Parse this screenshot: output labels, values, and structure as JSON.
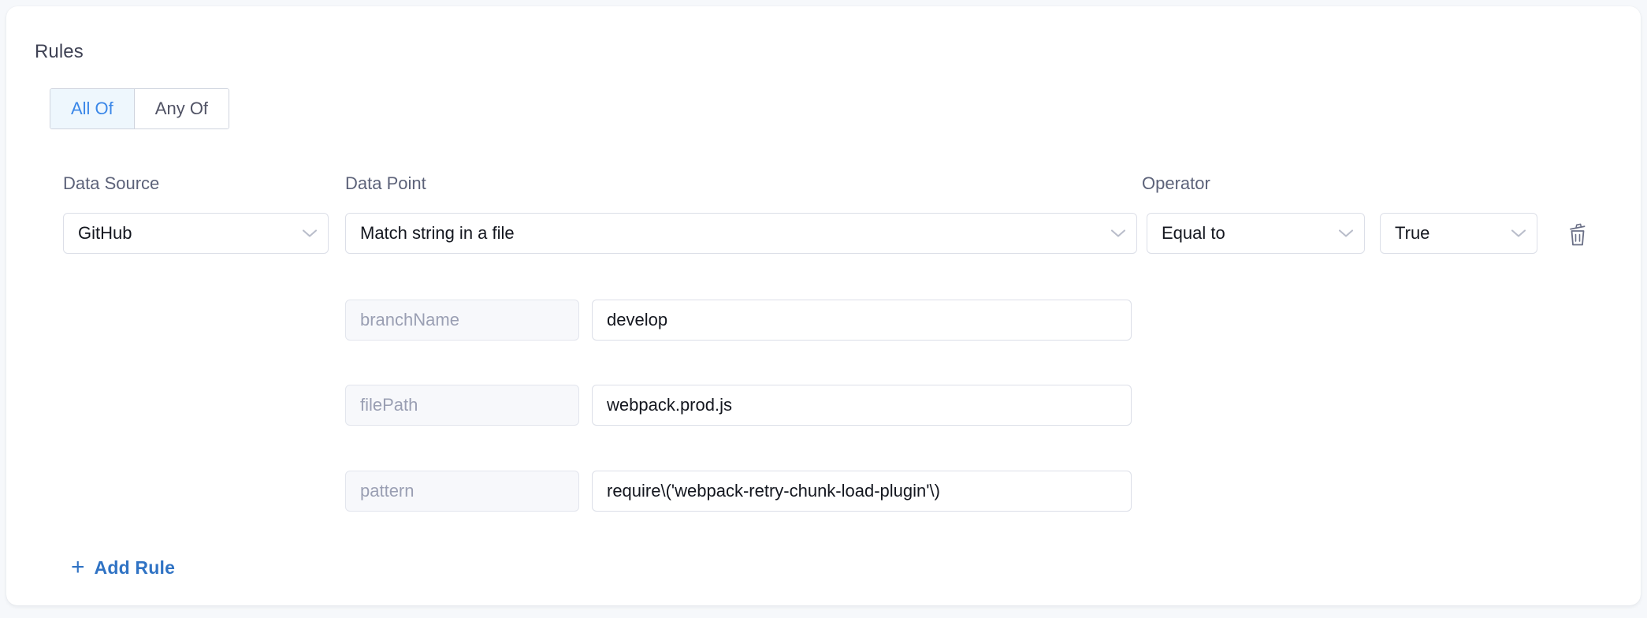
{
  "section": {
    "title": "Rules"
  },
  "match_mode": {
    "options": [
      {
        "label": "All Of",
        "active": true
      },
      {
        "label": "Any Of",
        "active": false
      }
    ]
  },
  "labels": {
    "data_source": "Data Source",
    "data_point": "Data Point",
    "operator": "Operator"
  },
  "rule": {
    "data_source": "GitHub",
    "data_point": "Match string in a file",
    "operator": "Equal to",
    "boolean_value": "True",
    "parameters": [
      {
        "key": "branchName",
        "value": "develop"
      },
      {
        "key": "filePath",
        "value": "webpack.prod.js"
      },
      {
        "key": "pattern",
        "value": "require\\('webpack-retry-chunk-load-plugin'\\)"
      }
    ]
  },
  "actions": {
    "add_rule": "Add Rule",
    "add_rule_plus": "+",
    "delete_icon": "trash-icon"
  },
  "colors": {
    "accent_blue": "#3073c4",
    "toggle_active_bg": "#eef7fd",
    "toggle_active_text": "#3a87e8",
    "card_bg": "#ffffff",
    "page_bg": "#f6f8fb",
    "border": "#dcdfe8",
    "key_field_bg": "#f7f8fb",
    "placeholder_text": "#9a9fb3"
  }
}
